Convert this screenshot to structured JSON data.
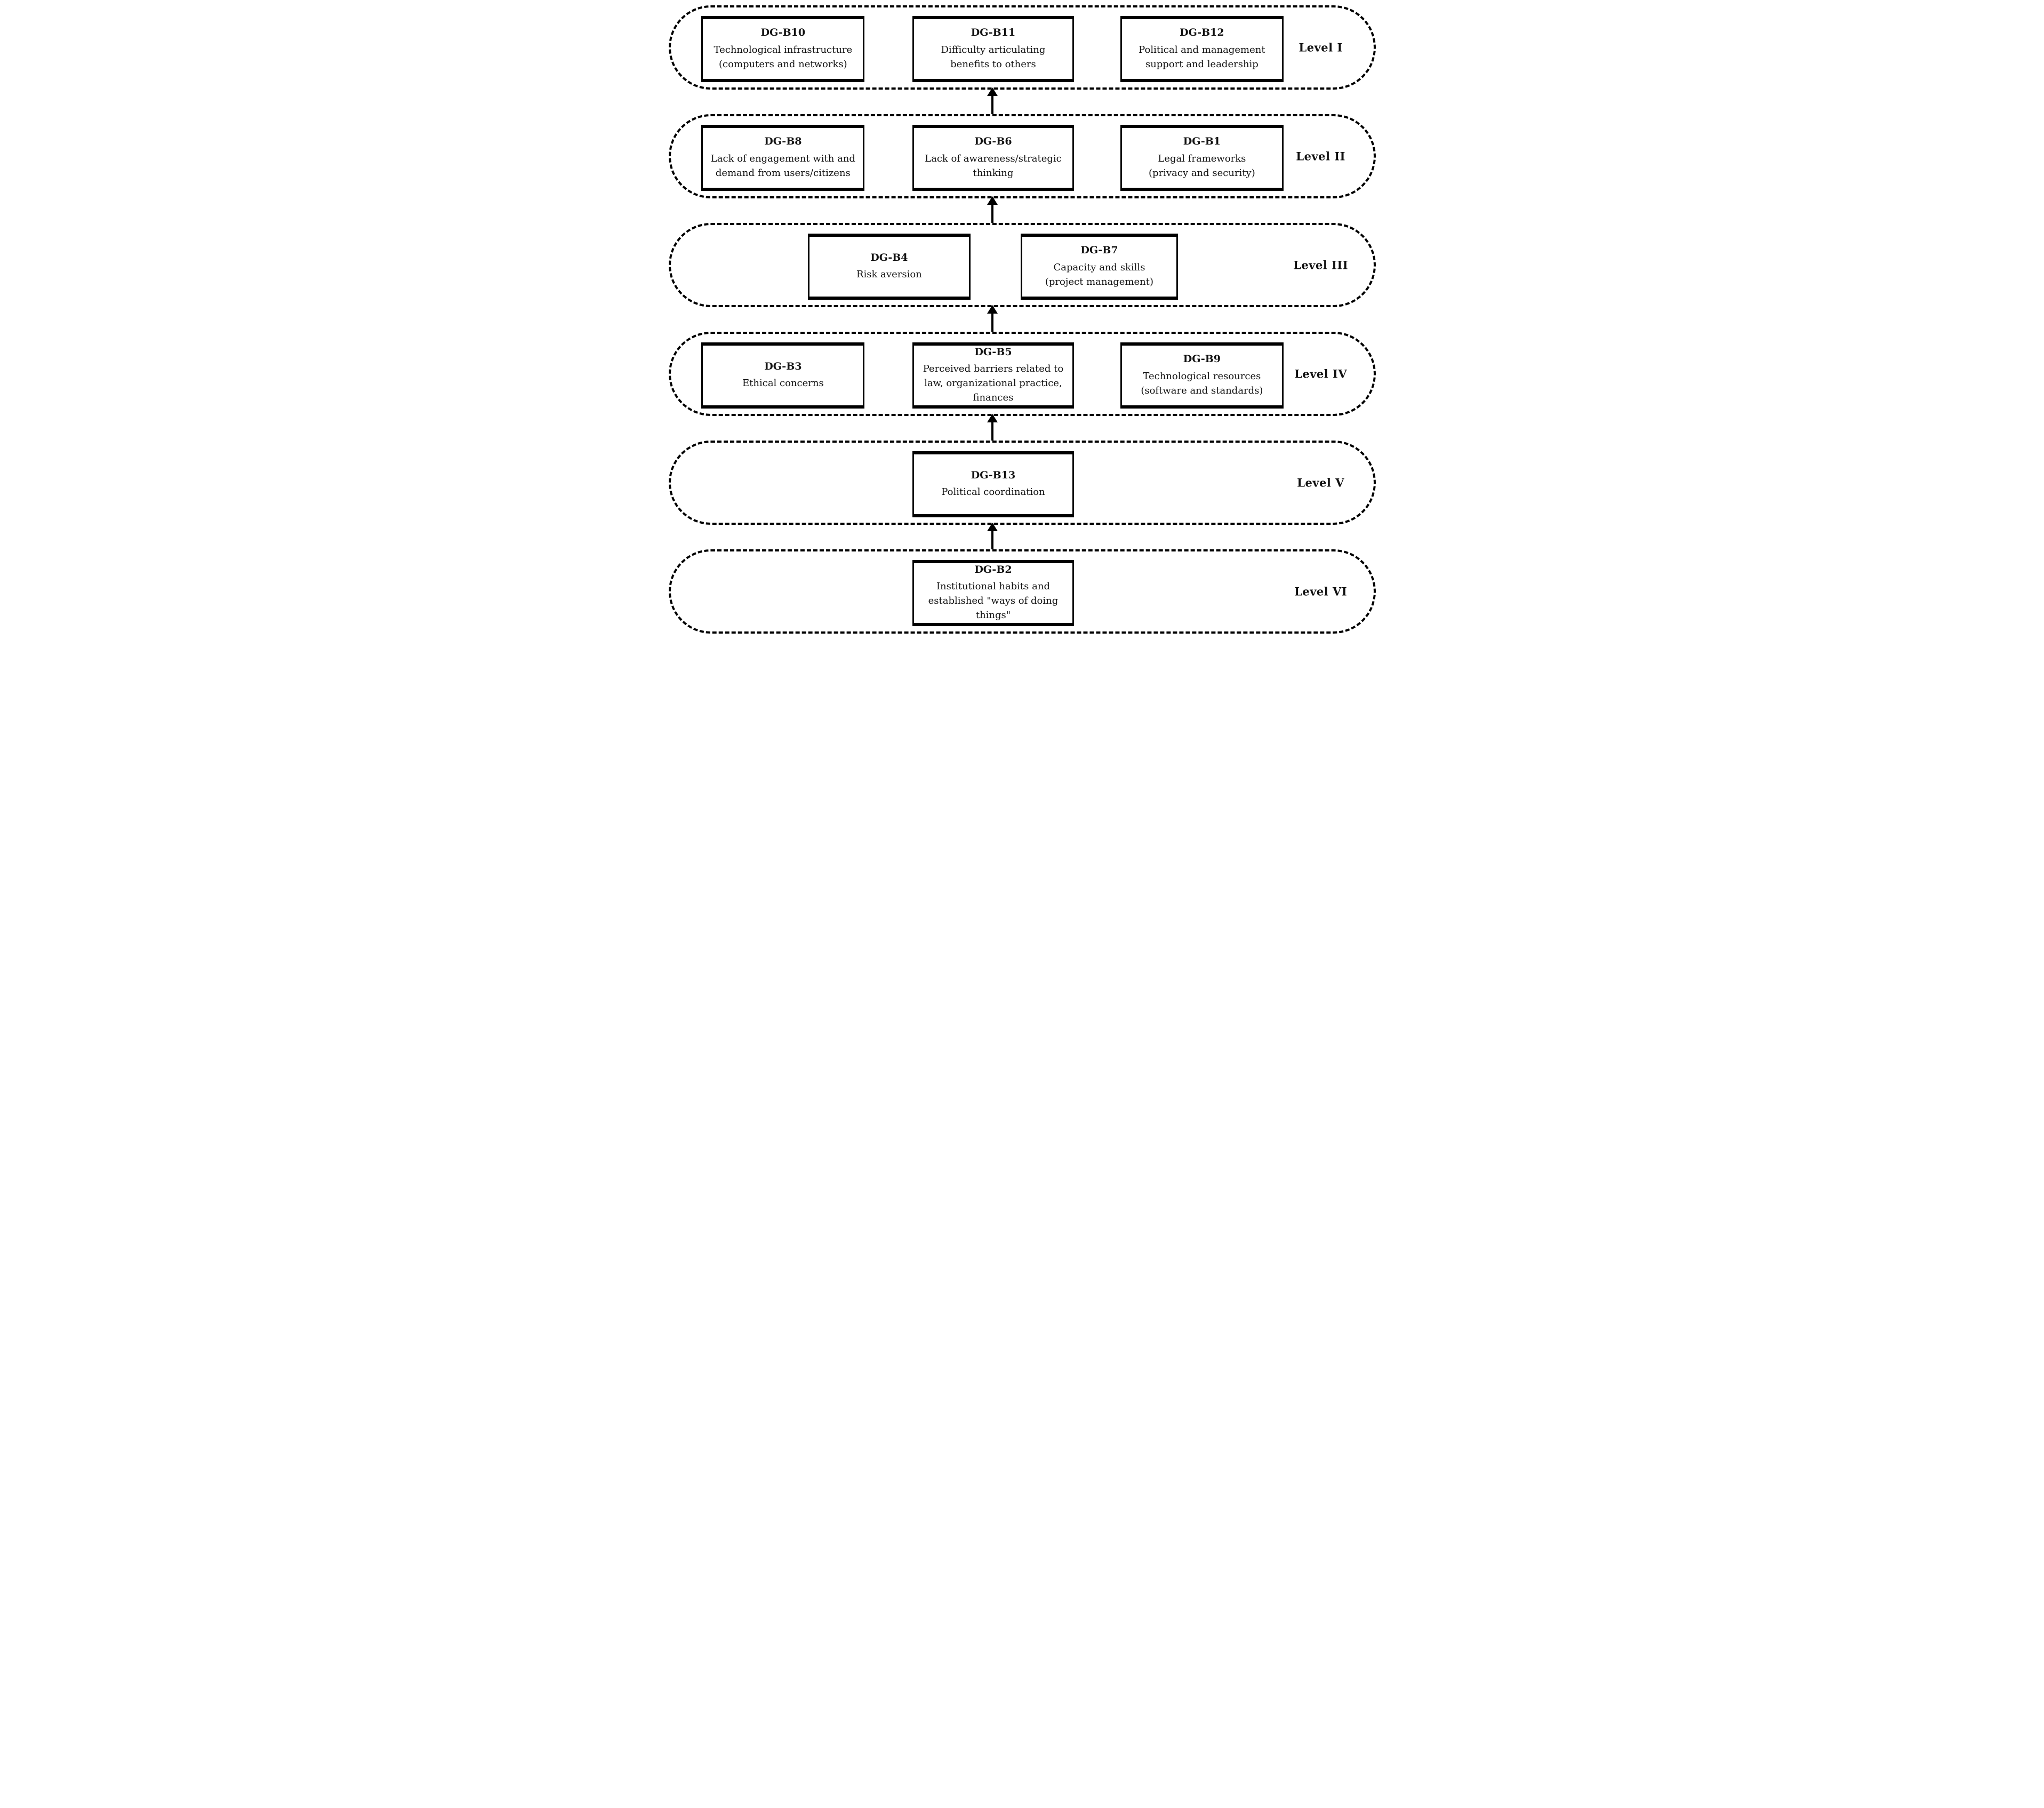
{
  "diagram": {
    "border_color": "#000000",
    "arrow_color": "#000000",
    "levels": [
      {
        "label": "Level I",
        "boxes": [
          {
            "code": "DG-B10",
            "text": "Technological infrastructure\n(computers and networks)"
          },
          {
            "code": "DG-B11",
            "text": "Difficulty articulating\nbenefits to others"
          },
          {
            "code": "DG-B12",
            "text": "Political and management\nsupport and leadership"
          }
        ]
      },
      {
        "label": "Level II",
        "boxes": [
          {
            "code": "DG-B8",
            "text": "Lack of engagement with and\ndemand from users/citizens"
          },
          {
            "code": "DG-B6",
            "text": "Lack of awareness/strategic\nthinking"
          },
          {
            "code": "DG-B1",
            "text": "Legal frameworks\n(privacy and security)"
          }
        ]
      },
      {
        "label": "Level III",
        "boxes": [
          {
            "code": "DG-B4",
            "text": "Risk aversion"
          },
          {
            "code": "DG-B7",
            "text": "Capacity and skills\n(project management)"
          }
        ]
      },
      {
        "label": "Level IV",
        "boxes": [
          {
            "code": "DG-B3",
            "text": "Ethical concerns"
          },
          {
            "code": "DG-B5",
            "text": "Perceived barriers related to\nlaw, organizational practice,\nfinances"
          },
          {
            "code": "DG-B9",
            "text": "Technological resources\n(software and standards)"
          }
        ]
      },
      {
        "label": "Level V",
        "boxes": [
          {
            "code": "DG-B13",
            "text": "Political coordination"
          }
        ]
      },
      {
        "label": "Level VI",
        "boxes": [
          {
            "code": "DG-B2",
            "text": "Institutional habits and\nestablished \"ways of doing\nthings\""
          }
        ]
      }
    ]
  }
}
